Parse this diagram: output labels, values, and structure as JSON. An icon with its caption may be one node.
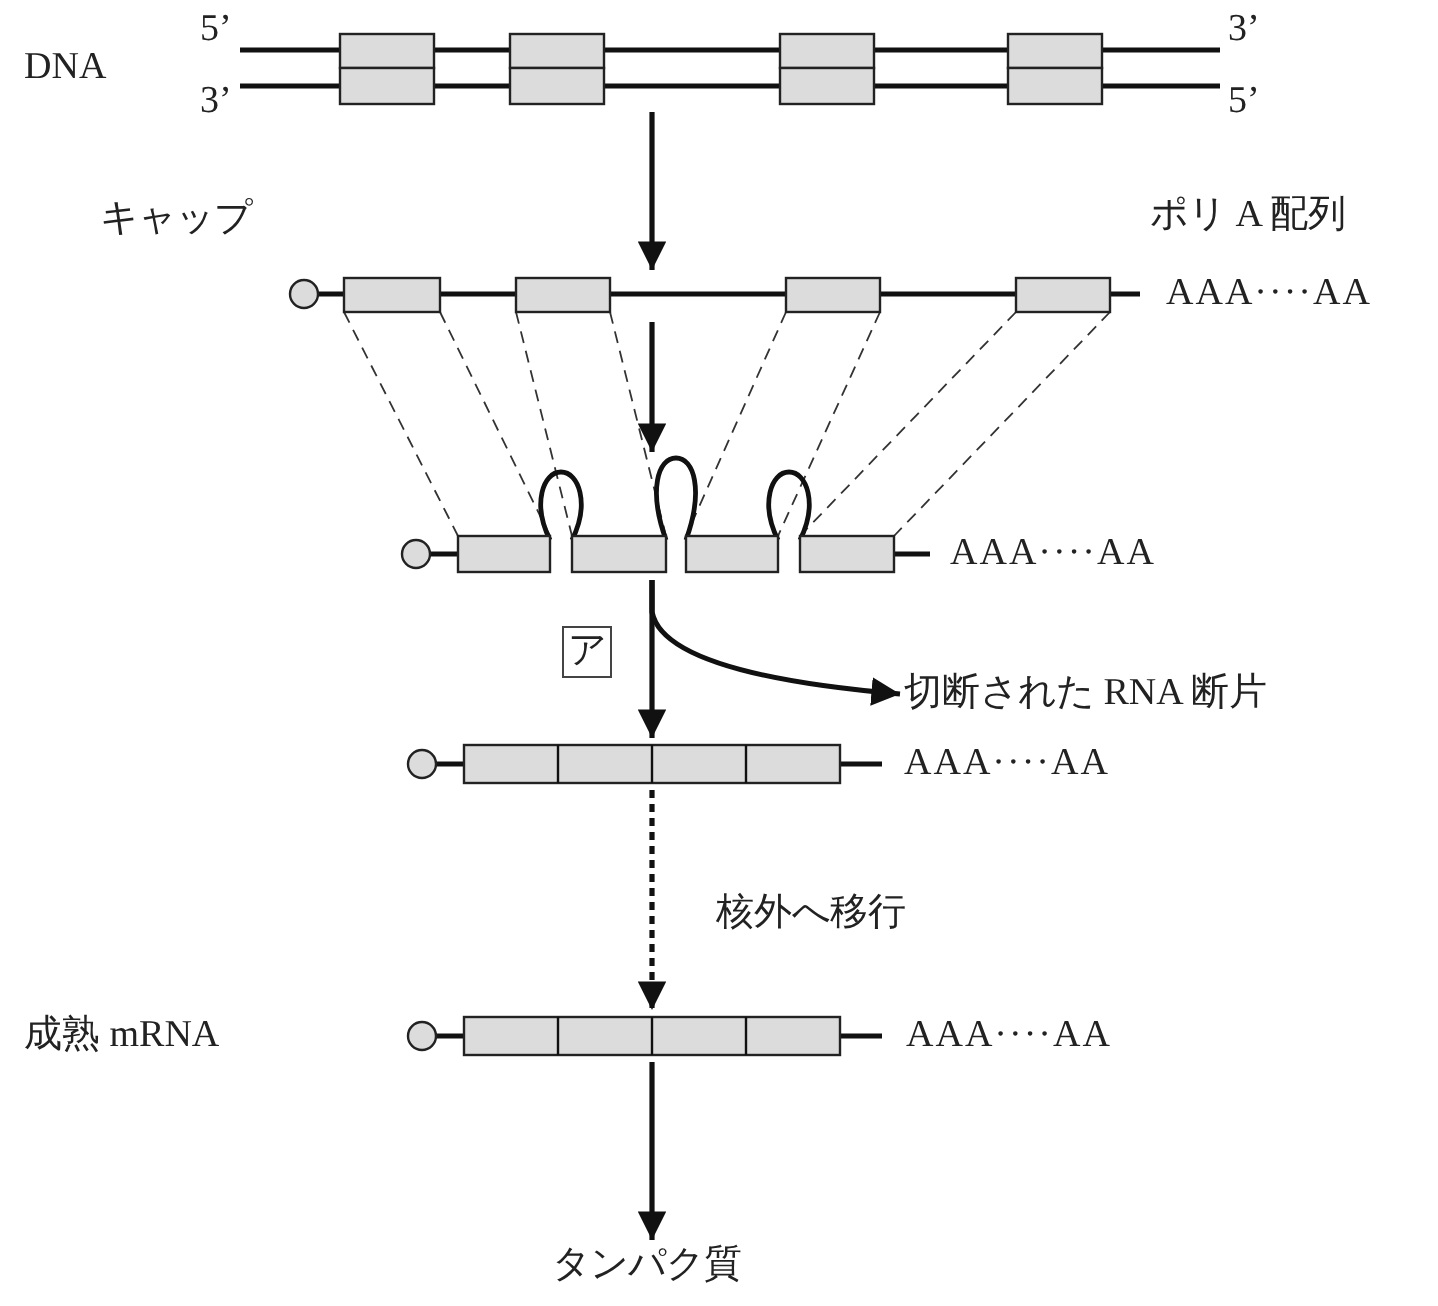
{
  "diagram": {
    "nodes": [
      {
        "text": [
          "DNA"
        ]
      },
      {
        "text": [],
        "shape": "bar",
        "beside": [
          "AAA····AA"
        ]
      },
      {
        "text": [],
        "shape": "bar",
        "beside": [
          "AAA····AA"
        ]
      },
      {
        "text": [],
        "shape": "bar",
        "beside": [
          "AAA····AA"
        ]
      },
      {
        "text": [
          "成熟 mRNA"
        ],
        "beside": [
          "AAA····AA"
        ]
      },
      {
        "text": [
          "タンパク質"
        ]
      },
      {
        "text": [
          "切断された RNA 断片"
        ]
      }
    ],
    "edges": [
      {
        "from": 0,
        "to": 1,
        "arrow": "to"
      },
      {
        "from": 1,
        "to": 2,
        "arrow": "to"
      },
      {
        "from": 2,
        "to": 3,
        "arrow": "to",
        "label": "ア"
      },
      {
        "from": 2,
        "to": 6,
        "arrow": "to"
      },
      {
        "from": 3,
        "to": 4,
        "arrow": "to",
        "label": "核外へ移行",
        "style": "dashed"
      },
      {
        "from": 4,
        "to": 5,
        "arrow": "to"
      }
    ],
    "labels": [
      "5’",
      "3’",
      "3’",
      "5’",
      "キャップ",
      "ポリ A 配列"
    ]
  }
}
